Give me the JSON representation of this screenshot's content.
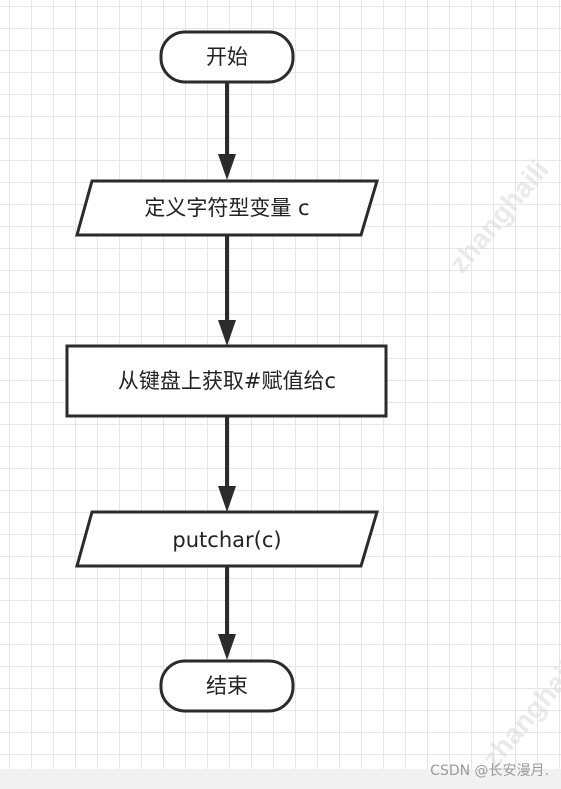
{
  "flowchart": {
    "start": "开始",
    "declare": "定义字符型变量 c",
    "input": "从键盘上获取#赋值给c",
    "output": "putchar(c)",
    "end": "结束"
  },
  "watermark": "zhanghaili",
  "credit": "CSDN @长安漫月."
}
